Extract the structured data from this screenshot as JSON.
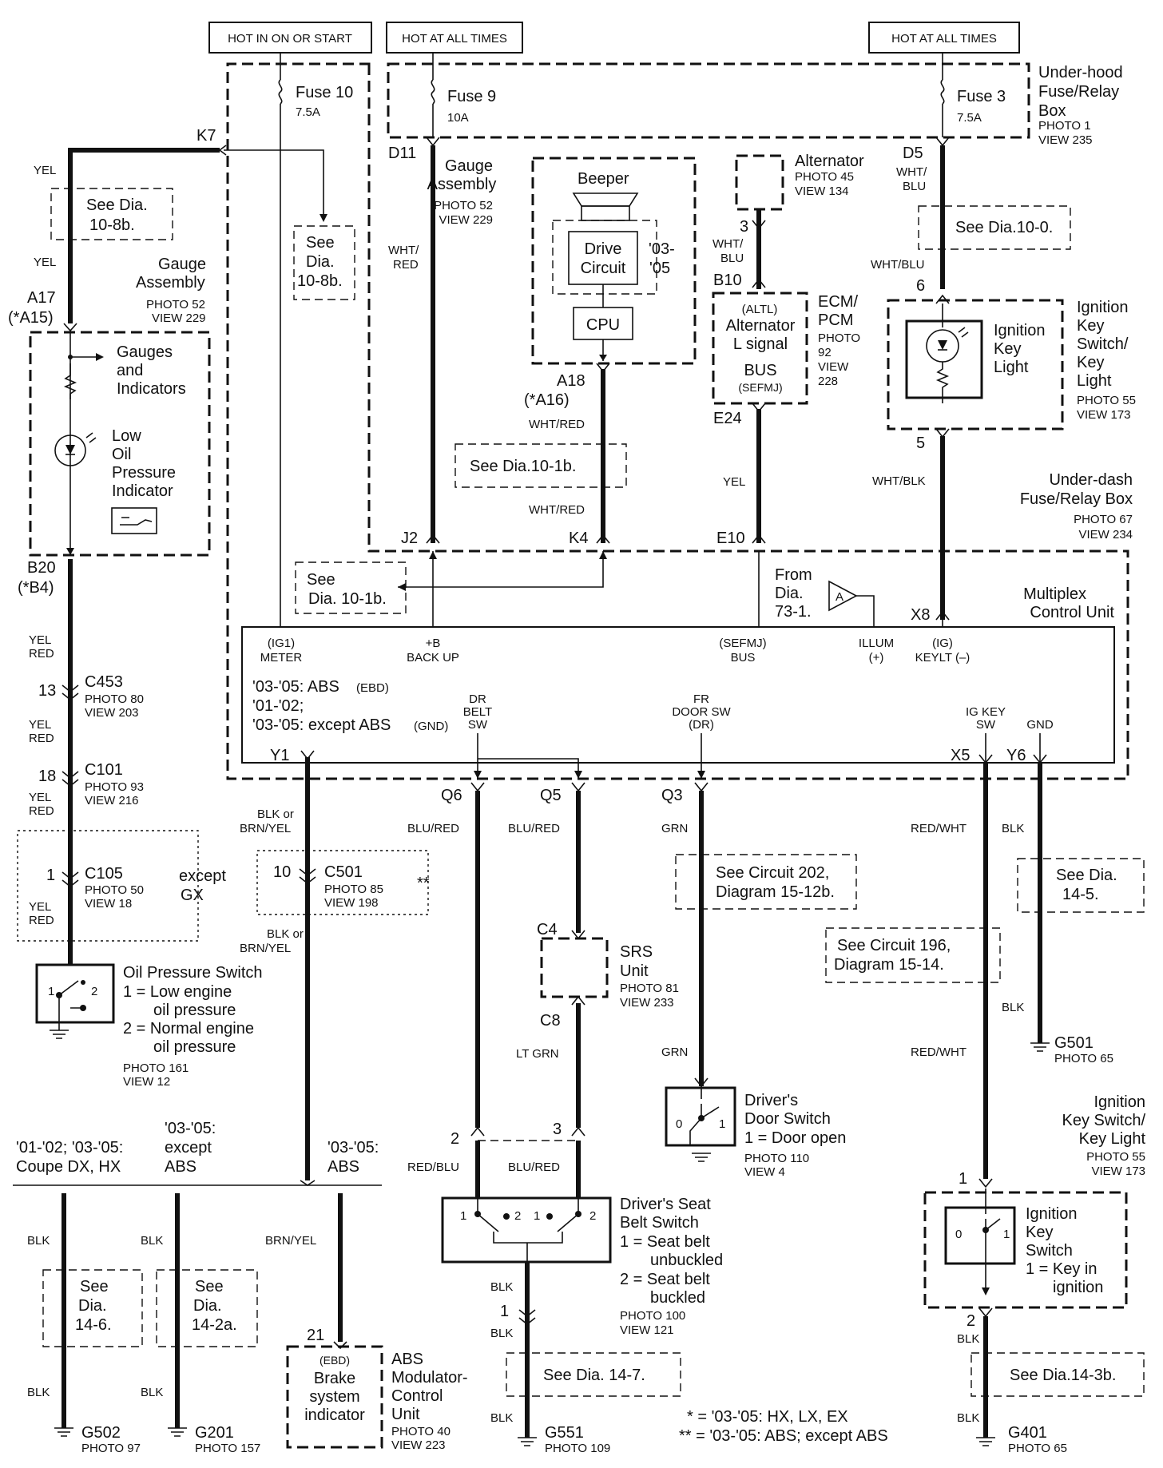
{
  "power": {
    "hot_in_on_start": "HOT IN ON OR START",
    "hot_at_all_times": "HOT AT ALL TIMES"
  },
  "fuses": {
    "fuse10": {
      "label": "Fuse 10",
      "rating": "7.5A"
    },
    "fuse9": {
      "label": "Fuse 9",
      "rating": "10A"
    },
    "fuse3": {
      "label": "Fuse 3",
      "rating": "7.5A"
    }
  },
  "underhood": {
    "l1": "Under-hood",
    "l2": "Fuse/Relay",
    "l3": "Box",
    "photo": "PHOTO 1",
    "view": "VIEW 235"
  },
  "underdash": {
    "l1": "Under-dash",
    "l2": "Fuse/Relay Box",
    "photo": "PHOTO 67",
    "view": "VIEW 234"
  },
  "terminals": {
    "k7": "K7",
    "d11": "D11",
    "d5": "D5",
    "j2": "J2",
    "k4": "K4",
    "e10": "E10",
    "x8": "X8",
    "a17": "A17",
    "a15": "(*A15)",
    "b20": "B20",
    "b4": "(*B4)",
    "a18": "A18",
    "a16": "(*A16)",
    "b10": "B10",
    "e24": "E24",
    "n3": "3",
    "n6": "6",
    "n5": "5",
    "y1": "Y1",
    "x5": "X5",
    "y6": "Y6",
    "q6": "Q6",
    "q5": "Q5",
    "q3": "Q3",
    "c4": "C4",
    "c8": "C8",
    "n2": "2",
    "n3b": "3",
    "n1": "1",
    "n21": "21",
    "n1b": "1",
    "n2b": "2"
  },
  "wires": {
    "yel": "YEL",
    "yel_red": "YEL/RED",
    "wht_red": "WHT/RED",
    "wht_blu": "WHT/BLU",
    "wht_blk": "WHT/BLK",
    "blk": "BLK",
    "blk_or": "BLK or",
    "brn_yel": "BRN/YEL",
    "blu_red": "BLU/RED",
    "red_blu": "RED/BLU",
    "grn": "GRN",
    "lt_grn": "LT GRN",
    "red_wht": "RED/WHT",
    "wht": "WHT/",
    "blu": "BLU",
    "red": "RED",
    "wht_sl": "WHT/"
  },
  "refs": {
    "dia_10_8b_a": {
      "l1": "See Dia.",
      "l2": "10-8b."
    },
    "dia_10_8b_b": {
      "l1": "See",
      "l2": "Dia.",
      "l3": "10-8b."
    },
    "dia_10_1b_a": "See Dia.10-1b.",
    "dia_10_1b_b": {
      "l1": "See",
      "l2": "Dia. 10-1b."
    },
    "dia_10_0": "See Dia.10-0.",
    "circuit_202": {
      "l1": "See Circuit 202,",
      "l2": "Diagram 15-12b."
    },
    "circuit_196": {
      "l1": "See Circuit 196,",
      "l2": "Diagram 15-14."
    },
    "dia_14_5": {
      "l1": "See Dia.",
      "l2": "14-5."
    },
    "dia_14_6": {
      "l1": "See",
      "l2": "Dia.",
      "l3": "14-6."
    },
    "dia_14_2a": {
      "l1": "See",
      "l2": "Dia.",
      "l3": "14-2a."
    },
    "dia_14_7": "See Dia. 14-7.",
    "dia_14_3b": "See Dia.14-3b.",
    "from_dia": {
      "l1": "From",
      "l2": "Dia.",
      "l3": "73-1.",
      "tag": "A"
    }
  },
  "gauge_left": {
    "l1": "Gauge",
    "l2": "Assembly",
    "photo": "PHOTO 52",
    "view": "VIEW 229"
  },
  "gauges_indicators": {
    "l1": "Gauges",
    "l2": "and",
    "l3": "Indicators"
  },
  "low_oil": {
    "l1": "Low",
    "l2": "Oil",
    "l3": "Pressure",
    "l4": "Indicator"
  },
  "gauge_mid": {
    "l1": "Gauge",
    "l2": "Assembly",
    "photo": "PHOTO 52",
    "view": "VIEW 229",
    "beeper": "Beeper",
    "drive1": "Drive",
    "drive2": "Circuit",
    "yr1": "'03-",
    "yr2": "'05",
    "cpu": "CPU"
  },
  "alternator": {
    "label": "Alternator",
    "photo": "PHOTO 45",
    "view": "VIEW 134"
  },
  "ecm": {
    "l1": "ECM/",
    "l2": "PCM",
    "photo": "PHOTO",
    "photo_n": "92",
    "view": "VIEW",
    "view_n": "228",
    "altl": "(ALTL)",
    "sig1": "Alternator",
    "sig2": "L signal",
    "bus": "BUS",
    "sefmj": "(SEFMJ)"
  },
  "ign_light": {
    "l1": "Ignition",
    "l2": "Key",
    "l3": "Light",
    "r1": "Ignition",
    "r2": "Key",
    "r3": "Switch/",
    "r4": "Key",
    "r5": "Light",
    "photo": "PHOTO 55",
    "view": "VIEW 173"
  },
  "mcu": {
    "l1": "Multiplex",
    "l2": "Control Unit",
    "ig1": "(IG1)",
    "meter": "METER",
    "pb": "+B",
    "backup": "BACK UP",
    "sefmj": "(SEFMJ)",
    "bus": "BUS",
    "illum": "ILLUM",
    "illum_p": "(+)",
    "ig": "(IG)",
    "keylt": "KEYLT (–)",
    "abs1": "'03-'05: ABS",
    "ebd": "(EBD)",
    "abs2": "'01-'02;",
    "abs3": "'03-'05: except ABS",
    "gnd_p": "(GND)",
    "dr": "DR",
    "belt": "BELT",
    "sw": "SW",
    "fr": "FR",
    "doorsw": "DOOR SW",
    "drp": "(DR)",
    "igkey": "IG KEY",
    "sw2": "SW",
    "gnd": "GND"
  },
  "connectors": {
    "c453": {
      "label": "C453",
      "n": "13",
      "photo": "PHOTO 80",
      "view": "VIEW 203"
    },
    "c101": {
      "label": "C101",
      "n": "18",
      "photo": "PHOTO 93",
      "view": "VIEW 216"
    },
    "c105": {
      "label": "C105",
      "n": "1",
      "photo": "PHOTO 50",
      "view": "VIEW 18",
      "except1": "except",
      "except2": "GX"
    },
    "c501": {
      "label": "C501",
      "n": "10",
      "photo": "PHOTO 85",
      "view": "VIEW 198",
      "mark": "**"
    }
  },
  "oil_switch": {
    "title": "Oil Pressure Switch",
    "o1": "1 = Low engine",
    "o1b": "oil pressure",
    "o2": "2 = Normal engine",
    "o2b": "oil pressure",
    "photo": "PHOTO 161",
    "view": "VIEW 12",
    "p1": "1",
    "p2": "2"
  },
  "srs": {
    "l1": "SRS",
    "l2": "Unit",
    "photo": "PHOTO 81",
    "view": "VIEW 233"
  },
  "door_switch": {
    "l1": "Driver's",
    "l2": "Door Switch",
    "l3": "1 = Door open",
    "photo": "PHOTO 110",
    "view": "VIEW 4",
    "p0": "0",
    "p1": "1"
  },
  "seat_belt": {
    "l1": "Driver's Seat",
    "l2": "Belt Switch",
    "o1": "1 = Seat belt",
    "o1b": "unbuckled",
    "o2": "2 = Seat belt",
    "o2b": "buckled",
    "photo": "PHOTO 100",
    "view": "VIEW 121",
    "p1": "1",
    "p2": "2"
  },
  "ign_switch": {
    "t1": "Ignition",
    "t2": "Key Switch/",
    "t3": "Key Light",
    "photo": "PHOTO 55",
    "view": "VIEW 173",
    "l1": "Ignition",
    "l2": "Key",
    "l3": "Switch",
    "l4": "1 = Key in",
    "l5": "ignition",
    "p0": "0",
    "p1": "1"
  },
  "variants": {
    "v1a": "'01-'02; '03-'05:",
    "v1b": "Coupe DX, HX",
    "v2a": "'03-'05:",
    "v2b": "except",
    "v2c": "ABS",
    "v3a": "'03-'05:",
    "v3b": "ABS"
  },
  "abs_unit": {
    "ebd": "(EBD)",
    "b1": "Brake",
    "b2": "system",
    "b3": "indicator",
    "l1": "ABS",
    "l2": "Modulator-",
    "l3": "Control",
    "l4": "Unit",
    "photo": "PHOTO 40",
    "view": "VIEW 223"
  },
  "grounds": {
    "g502": {
      "label": "G502",
      "photo": "PHOTO 97"
    },
    "g201": {
      "label": "G201",
      "photo": "PHOTO 157"
    },
    "g551": {
      "label": "G551",
      "photo": "PHOTO 109"
    },
    "g501": {
      "label": "G501",
      "photo": "PHOTO 65"
    },
    "g401": {
      "label": "G401",
      "photo": "PHOTO 65"
    }
  },
  "notes": {
    "n1": "* = '03-'05: HX, LX, EX",
    "n2": "** = '03-'05: ABS; except ABS"
  }
}
